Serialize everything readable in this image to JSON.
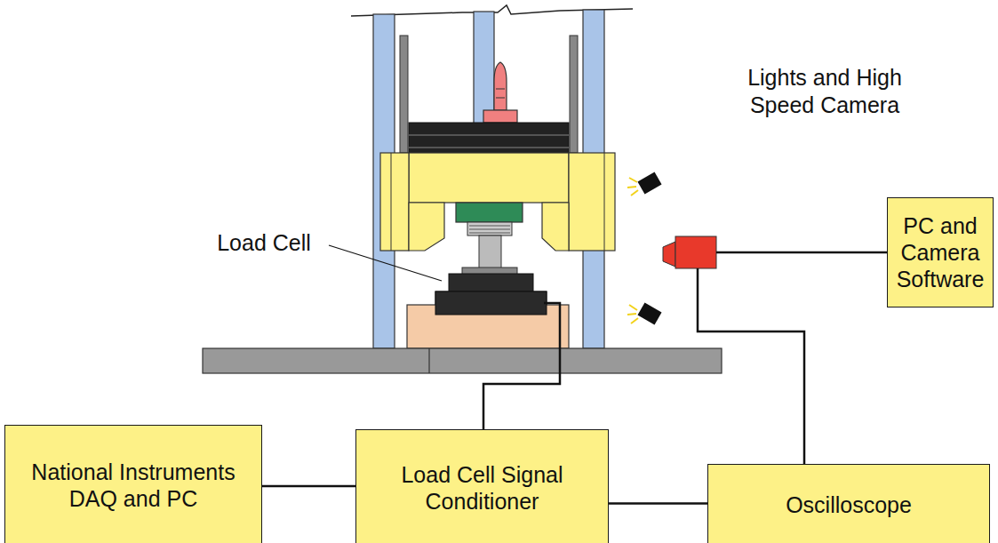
{
  "diagram": {
    "nodes": [
      {
        "text": [
          "PC and Camera Software"
        ]
      },
      {
        "text": [
          "National Instruments DAQ and PC"
        ]
      },
      {
        "text": [
          "Load Cell Signal Conditioner"
        ]
      },
      {
        "text": [
          "Oscilloscope"
        ]
      }
    ],
    "edges": [
      {
        "from": 2,
        "to": 1,
        "arrow": "none"
      },
      {
        "from": 2,
        "to": 3,
        "arrow": "none"
      }
    ],
    "labels": [
      "Lights and High Speed Camera",
      "Load Cell"
    ]
  }
}
